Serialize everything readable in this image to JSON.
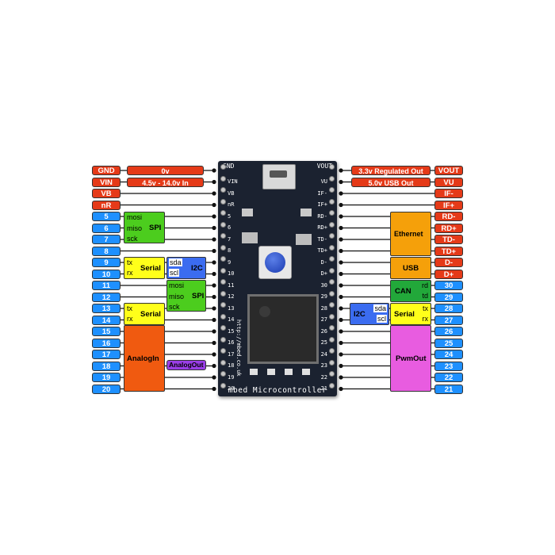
{
  "left_pins": [
    "GND",
    "VIN",
    "VB",
    "nR",
    "5",
    "6",
    "7",
    "8",
    "9",
    "10",
    "11",
    "12",
    "13",
    "14",
    "15",
    "16",
    "17",
    "18",
    "19",
    "20"
  ],
  "right_pins": [
    "VOUT",
    "VU",
    "IF-",
    "IF+",
    "RD-",
    "RD+",
    "TD-",
    "TD+",
    "D-",
    "D+",
    "30",
    "29",
    "28",
    "27",
    "26",
    "25",
    "24",
    "23",
    "22",
    "21"
  ],
  "left_power": {
    "gnd": "0v",
    "vin": "4.5v - 14.0v In"
  },
  "right_power": {
    "vout": "3.3v Regulated Out",
    "vu": "5.0v USB Out"
  },
  "groups": {
    "spi_left": {
      "title": "SPI",
      "signals": [
        "mosi",
        "miso",
        "sck"
      ]
    },
    "serial_left1": {
      "title": "Serial",
      "signals": [
        "tx",
        "rx"
      ]
    },
    "i2c_left": {
      "title": "I2C",
      "signals": [
        "sda",
        "scl"
      ]
    },
    "spi_left2": {
      "title": "SPI",
      "signals": [
        "mosi",
        "miso",
        "sck"
      ]
    },
    "serial_left2": {
      "title": "Serial",
      "signals": [
        "tx",
        "rx"
      ]
    },
    "analogin": {
      "title": "AnalogIn"
    },
    "analogout": {
      "title": "AnalogOut"
    },
    "ethernet": {
      "title": "Ethernet"
    },
    "usb": {
      "title": "USB"
    },
    "can": {
      "title": "CAN",
      "signals": [
        "rd",
        "td"
      ]
    },
    "serial_right": {
      "title": "Serial",
      "signals": [
        "tx",
        "rx"
      ]
    },
    "i2c_right": {
      "title": "I2C",
      "signals": [
        "sda",
        "scl"
      ]
    },
    "pwmout": {
      "title": "PwmOut"
    }
  },
  "board": {
    "silk_bottom": "mbed Microcontroller",
    "silk_side": "http://mbed.co.uk",
    "silk_top_left": "GND",
    "silk_top_right": "VOUT",
    "silk_left_pins": [
      "VIN",
      "VB",
      "nR",
      "5",
      "6",
      "7",
      "8",
      "9",
      "10",
      "11",
      "12",
      "13",
      "14",
      "15",
      "16",
      "17",
      "18",
      "19",
      "20"
    ],
    "silk_right_pins": [
      "VU",
      "IF-",
      "IF+",
      "RD-",
      "RD+",
      "TD-",
      "TD+",
      "D-",
      "D+",
      "30",
      "29",
      "28",
      "27",
      "26",
      "25",
      "24",
      "23",
      "22",
      "21"
    ]
  },
  "colors": {
    "power": "#e53a18",
    "pin": "#1e90ff",
    "spi": "#4ccd1e",
    "serial": "#ffff1a",
    "i2c": "#3b6cf0",
    "analog": "#f05a10",
    "analogout": "#9b3ee8",
    "ethernet": "#f5a00a",
    "can": "#22a83a",
    "pwm": "#e85ce0"
  }
}
